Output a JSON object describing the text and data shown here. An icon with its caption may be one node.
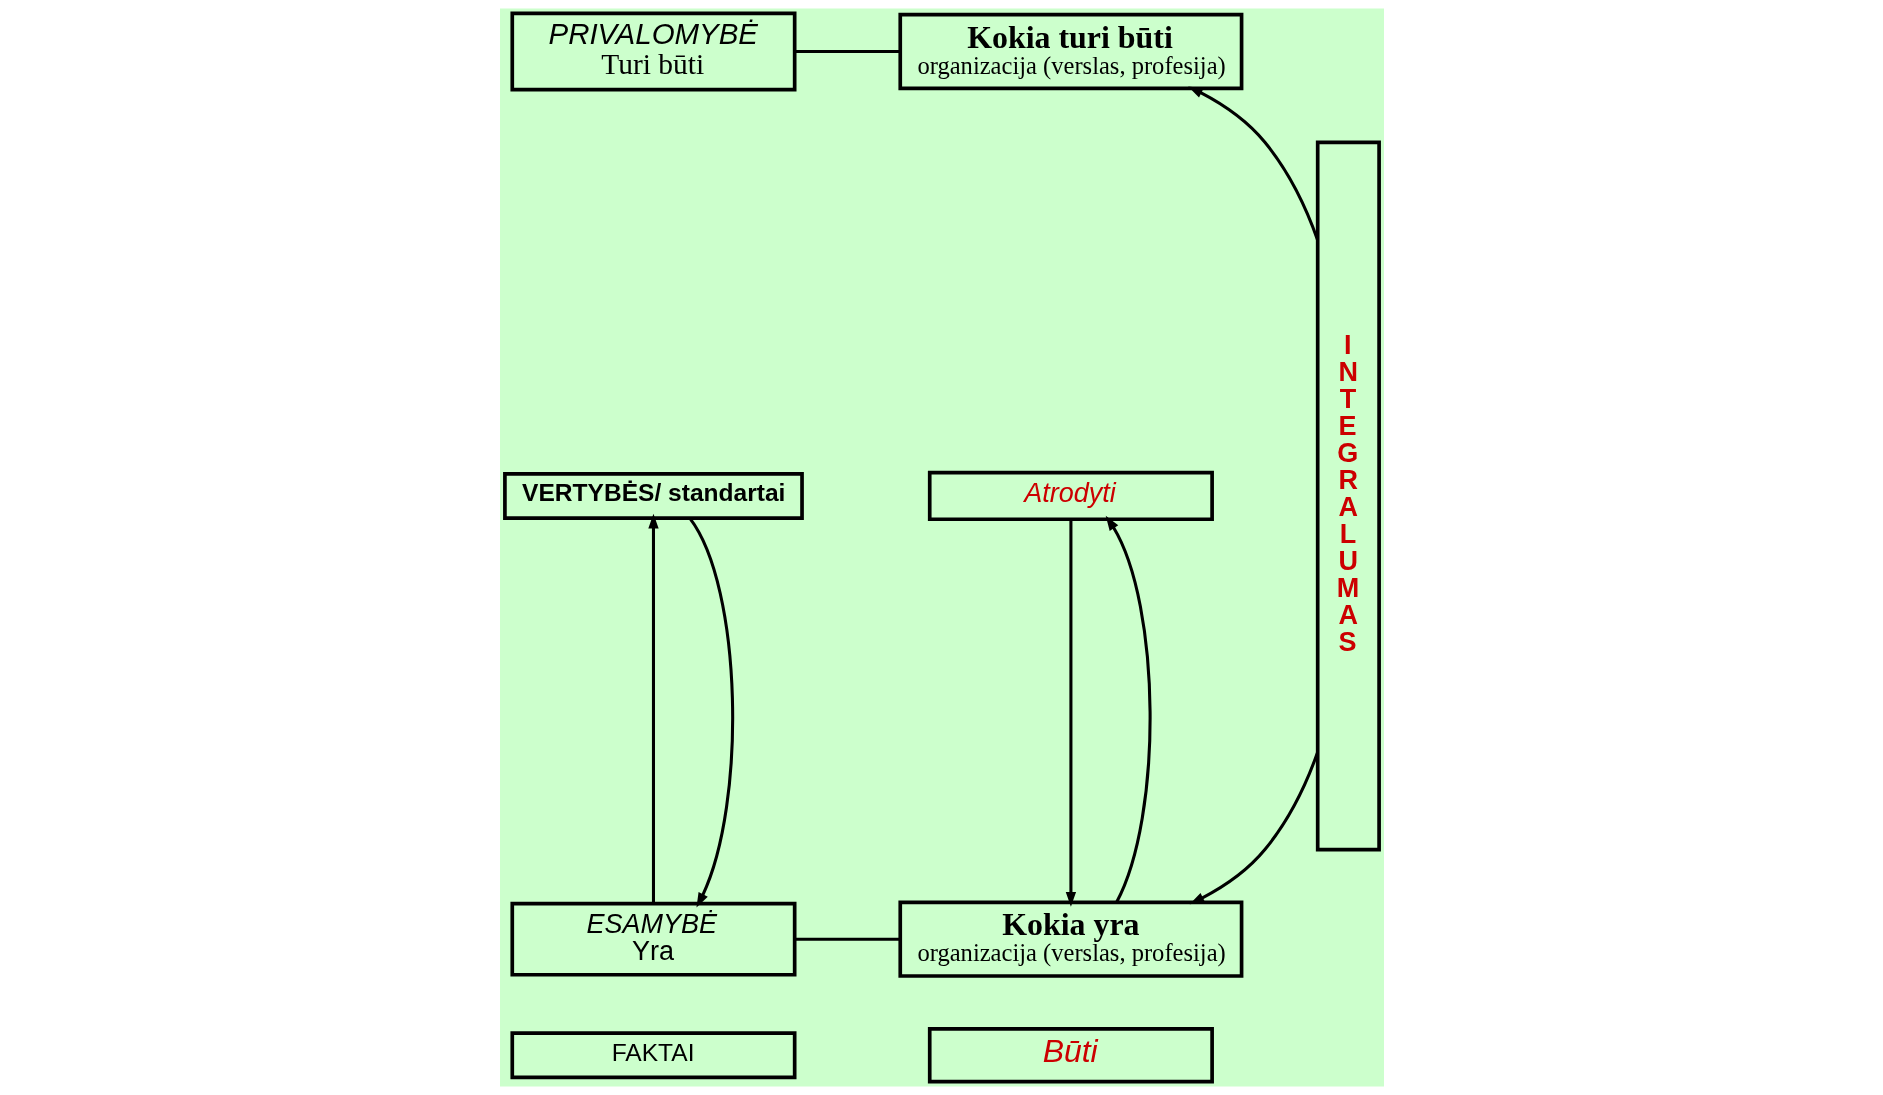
{
  "diagram": {
    "nodes": [
      {
        "text": [
          "PRIVALOMYBĖ",
          "Turi būti"
        ]
      },
      {
        "text": [
          "VERTYBĖS/ standartai"
        ]
      },
      {
        "text": [
          "ESAMYBĖ",
          "Yra"
        ]
      },
      {
        "text": [
          "FAKTAI"
        ]
      },
      {
        "text": [
          "Kokia turi būti",
          "organizacija (verslas, profesija)"
        ]
      },
      {
        "text": [
          "Atrodyti"
        ]
      },
      {
        "text": [
          "Kokia yra",
          "organizacija (verslas, profesija)"
        ]
      },
      {
        "text": [
          "Būti"
        ]
      },
      {
        "text": [
          "INTEGRALUMAS"
        ]
      }
    ],
    "edges": [
      {
        "from": 0,
        "to": 4,
        "arrow": "none"
      },
      {
        "from": 2,
        "to": 1,
        "arrow": "to"
      },
      {
        "from": 1,
        "to": 2,
        "arrow": "to"
      },
      {
        "from": 5,
        "to": 6,
        "arrow": "to"
      },
      {
        "from": 6,
        "to": 5,
        "arrow": "to"
      },
      {
        "from": 2,
        "to": 6,
        "arrow": "none"
      },
      {
        "from": 8,
        "to": 4,
        "arrow": "to"
      },
      {
        "from": 8,
        "to": 6,
        "arrow": "to"
      }
    ]
  }
}
